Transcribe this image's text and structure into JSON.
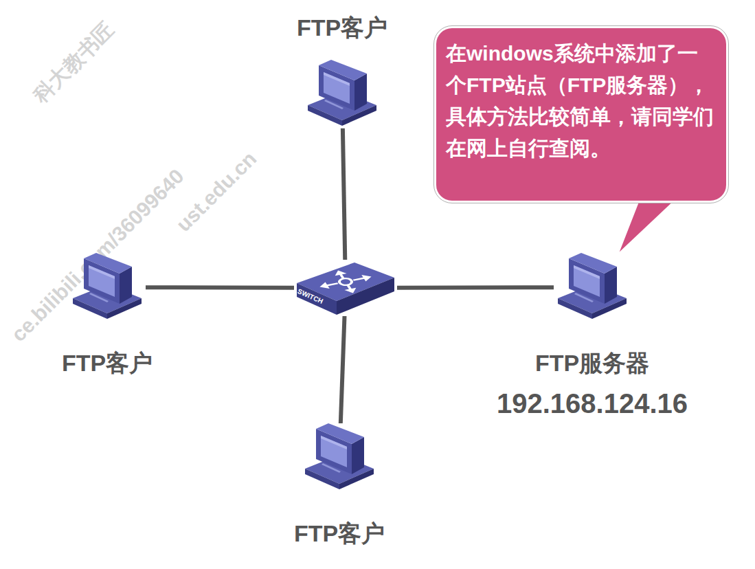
{
  "diagram": {
    "nodes": [
      {
        "text": [
          "FTP客户"
        ]
      },
      {
        "text": [
          "在windows系统中添加了一个FTP站点（FTP服务器），具体方法比较简单，请同学们在网上自行查阅。"
        ]
      },
      {
        "text": [
          "FTP客户"
        ]
      },
      {
        "text": [
          "SWITCH"
        ]
      },
      {
        "text": [
          "FTP服务器",
          "192.168.124.16"
        ]
      },
      {
        "text": [
          "FTP客户"
        ]
      }
    ],
    "edges": [
      {
        "from": 3,
        "to": 0,
        "arrow": "none"
      },
      {
        "from": 3,
        "to": 2,
        "arrow": "none"
      },
      {
        "from": 3,
        "to": 4,
        "arrow": "none"
      },
      {
        "from": 3,
        "to": 5,
        "arrow": "none"
      }
    ],
    "labels": [
      "科大教书匠",
      "ce.bilibili.com/36099640",
      "ust.edu.cn"
    ]
  }
}
